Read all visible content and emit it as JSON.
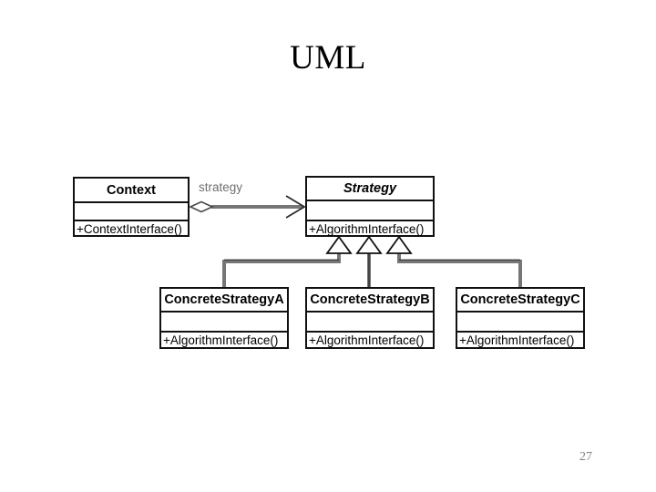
{
  "slide": {
    "title": "UML",
    "page_number": "27",
    "background_color": "#ffffff"
  },
  "diagram": {
    "kind": "uml-class-diagram",
    "pattern": "Strategy",
    "line_color": "#767676",
    "border_color": "#111111",
    "label_color": "#6f6f6f",
    "classes": [
      {
        "id": "context",
        "name": "Context",
        "abstract": false,
        "attributes": [],
        "operations": [
          "+ContextInterface()"
        ]
      },
      {
        "id": "strategy",
        "name": "Strategy",
        "abstract": true,
        "attributes": [],
        "operations": [
          "+AlgorithmInterface()"
        ]
      },
      {
        "id": "concrete-a",
        "name": "ConcreteStrategyA",
        "abstract": false,
        "attributes": [],
        "operations": [
          "+AlgorithmInterface()"
        ]
      },
      {
        "id": "concrete-b",
        "name": "ConcreteStrategyB",
        "abstract": false,
        "attributes": [],
        "operations": [
          "+AlgorithmInterface()"
        ]
      },
      {
        "id": "concrete-c",
        "name": "ConcreteStrategyC",
        "abstract": false,
        "attributes": [],
        "operations": [
          "+AlgorithmInterface()"
        ]
      }
    ],
    "relationships": [
      {
        "id": "context-strategy",
        "type": "aggregation",
        "from": "context",
        "to": "strategy",
        "label": "strategy",
        "source_decoration": "hollow-diamond",
        "target_decoration": "open-arrow"
      },
      {
        "id": "a-strategy",
        "type": "generalization",
        "from": "concrete-a",
        "to": "strategy",
        "label": "",
        "target_decoration": "hollow-triangle"
      },
      {
        "id": "b-strategy",
        "type": "generalization",
        "from": "concrete-b",
        "to": "strategy",
        "label": "",
        "target_decoration": "hollow-triangle"
      },
      {
        "id": "c-strategy",
        "type": "generalization",
        "from": "concrete-c",
        "to": "strategy",
        "label": "",
        "target_decoration": "hollow-triangle"
      }
    ]
  }
}
